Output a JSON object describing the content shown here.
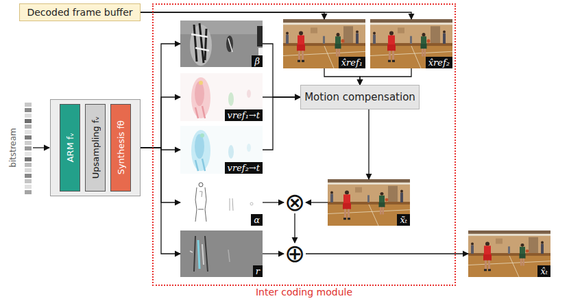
{
  "diagram": {
    "nodes": [
      {
        "text": [
          "Decoded frame buffer"
        ]
      },
      {
        "text": [
          "ARM fᵥ"
        ]
      },
      {
        "text": [
          "Upsampling fᵥ"
        ]
      },
      {
        "text": [
          "Synthesis fθ"
        ]
      },
      {
        "text": [
          "Inter coding module"
        ]
      },
      {
        "text": [
          "β"
        ],
        "in": 4
      },
      {
        "text": [
          "x̂ref₁"
        ],
        "in": 4
      },
      {
        "text": [
          "x̂ref₂"
        ],
        "in": 4
      },
      {
        "text": [
          "vref₁→t"
        ],
        "in": 4
      },
      {
        "text": [
          "Motion compensation"
        ],
        "in": 4
      },
      {
        "text": [
          "vref₂→t"
        ],
        "in": 4
      },
      {
        "text": [
          "α"
        ],
        "in": 4
      },
      {
        "text": [
          "x̃ₜ"
        ],
        "in": 4
      },
      {
        "text": [
          "⊗"
        ],
        "in": 4
      },
      {
        "text": [
          "r"
        ],
        "in": 4
      },
      {
        "text": [
          "⊕"
        ],
        "in": 4
      },
      {
        "text": [
          "x̂ₜ"
        ]
      }
    ],
    "edges": [
      {
        "from": 0,
        "to": 6,
        "arrow": "to"
      },
      {
        "from": 0,
        "to": 7,
        "arrow": "to"
      },
      {
        "from": 6,
        "to": 9,
        "arrow": "to"
      },
      {
        "from": 7,
        "to": 9,
        "arrow": "to"
      },
      {
        "from": 3,
        "to": 5,
        "arrow": "to"
      },
      {
        "from": 3,
        "to": 8,
        "arrow": "to"
      },
      {
        "from": 3,
        "to": 10,
        "arrow": "to"
      },
      {
        "from": 3,
        "to": 11,
        "arrow": "to"
      },
      {
        "from": 3,
        "to": 14,
        "arrow": "to"
      },
      {
        "from": 5,
        "to": 9,
        "arrow": "to"
      },
      {
        "from": 8,
        "to": 9,
        "arrow": "to"
      },
      {
        "from": 10,
        "to": 9,
        "arrow": "to"
      },
      {
        "from": 9,
        "to": 12,
        "arrow": "to"
      },
      {
        "from": 12,
        "to": 13,
        "arrow": "to"
      },
      {
        "from": 11,
        "to": 13,
        "arrow": "to"
      },
      {
        "from": 13,
        "to": 15,
        "arrow": "to"
      },
      {
        "from": 14,
        "to": 15,
        "arrow": "to"
      },
      {
        "from": 15,
        "to": 16,
        "arrow": "to"
      }
    ],
    "labels": [
      "bitstream"
    ]
  }
}
